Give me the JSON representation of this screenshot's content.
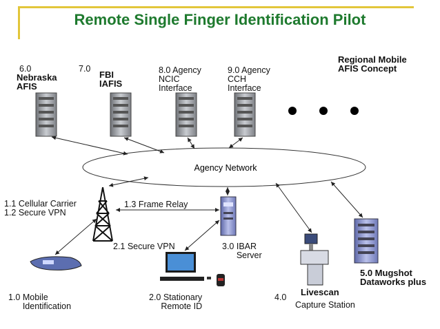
{
  "title": "Remote Single Finger Identification Pilot",
  "network": {
    "label": "Agency Network"
  },
  "top_labels": {
    "nebraska_num": "6.0",
    "nebraska_name": "Nebraska\nAFIS",
    "fbi_num": "7.0",
    "fbi_name": "FBI\nIAFIS",
    "ncic": "8.0 Agency\nNCIC\nInterface",
    "cch": "9.0 Agency\nCCH\nInterface",
    "regional": "Regional Mobile\nAFIS Concept"
  },
  "bottom_labels": {
    "carrier": "1.1 Cellular Carrier\n1.2 Secure VPN",
    "frame_relay": "1.3 Frame Relay",
    "vpn": "2.1 Secure VPN",
    "ibar": "3.0 IBAR\n      Server",
    "mobile": "1.0 Mobile\n      Identification",
    "stationary": "2.0 Stationary\n     Remote ID",
    "livescan_num": "4.0",
    "livescan_name": "Livescan",
    "livescan_sub": "Capture Station",
    "mugshot": "5.0 Mugshot\nDataworks plus"
  },
  "colors": {
    "title": "#1e7a2e",
    "accent_line": "#e2c63a",
    "server": "#9a9da3",
    "ibar": "#7a86c8"
  }
}
